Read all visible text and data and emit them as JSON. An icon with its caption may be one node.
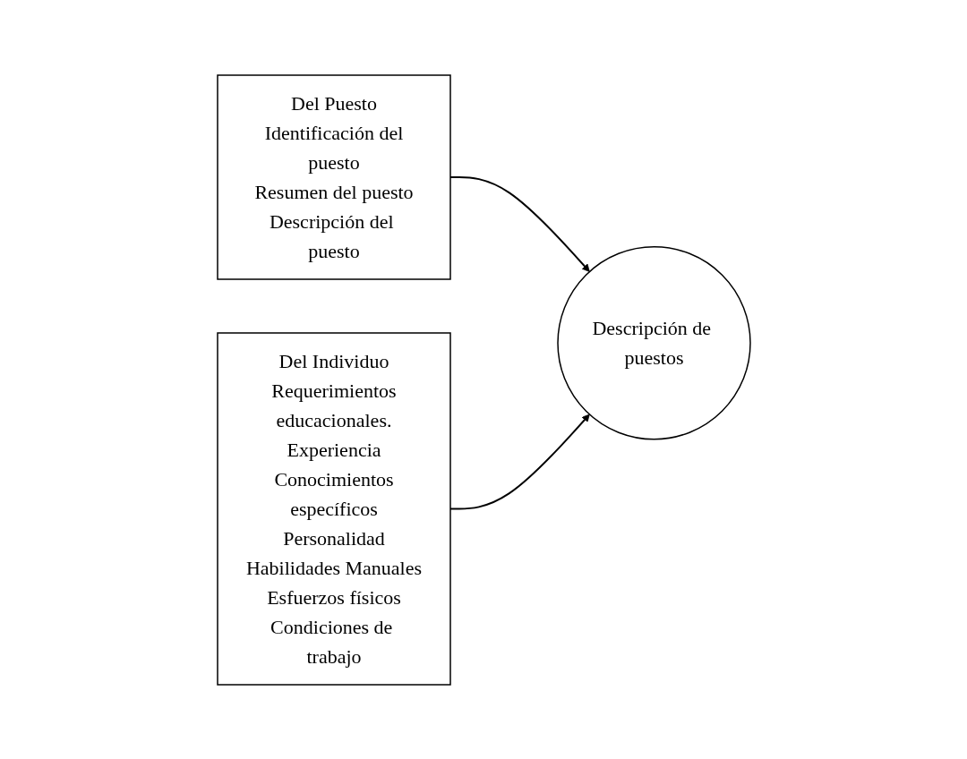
{
  "diagram": {
    "nodes": [
      {
        "text": [
          "Del Puesto",
          "Identificación del puesto",
          "Resumen del puesto",
          "Descripción del puesto"
        ]
      },
      {
        "text": [
          "Del Individuo",
          "Requerimientos educacionales.",
          "Experiencia",
          "Conocimientos específicos",
          "Personalidad",
          "Habilidades Manuales",
          "Esfuerzos físicos",
          "Condiciones de trabajo"
        ]
      },
      {
        "text": [
          "Descripción de puestos"
        ]
      }
    ],
    "edges": [
      {
        "from": 0,
        "to": 2,
        "arrow": "to"
      },
      {
        "from": 1,
        "to": 2,
        "arrow": "to"
      }
    ]
  }
}
